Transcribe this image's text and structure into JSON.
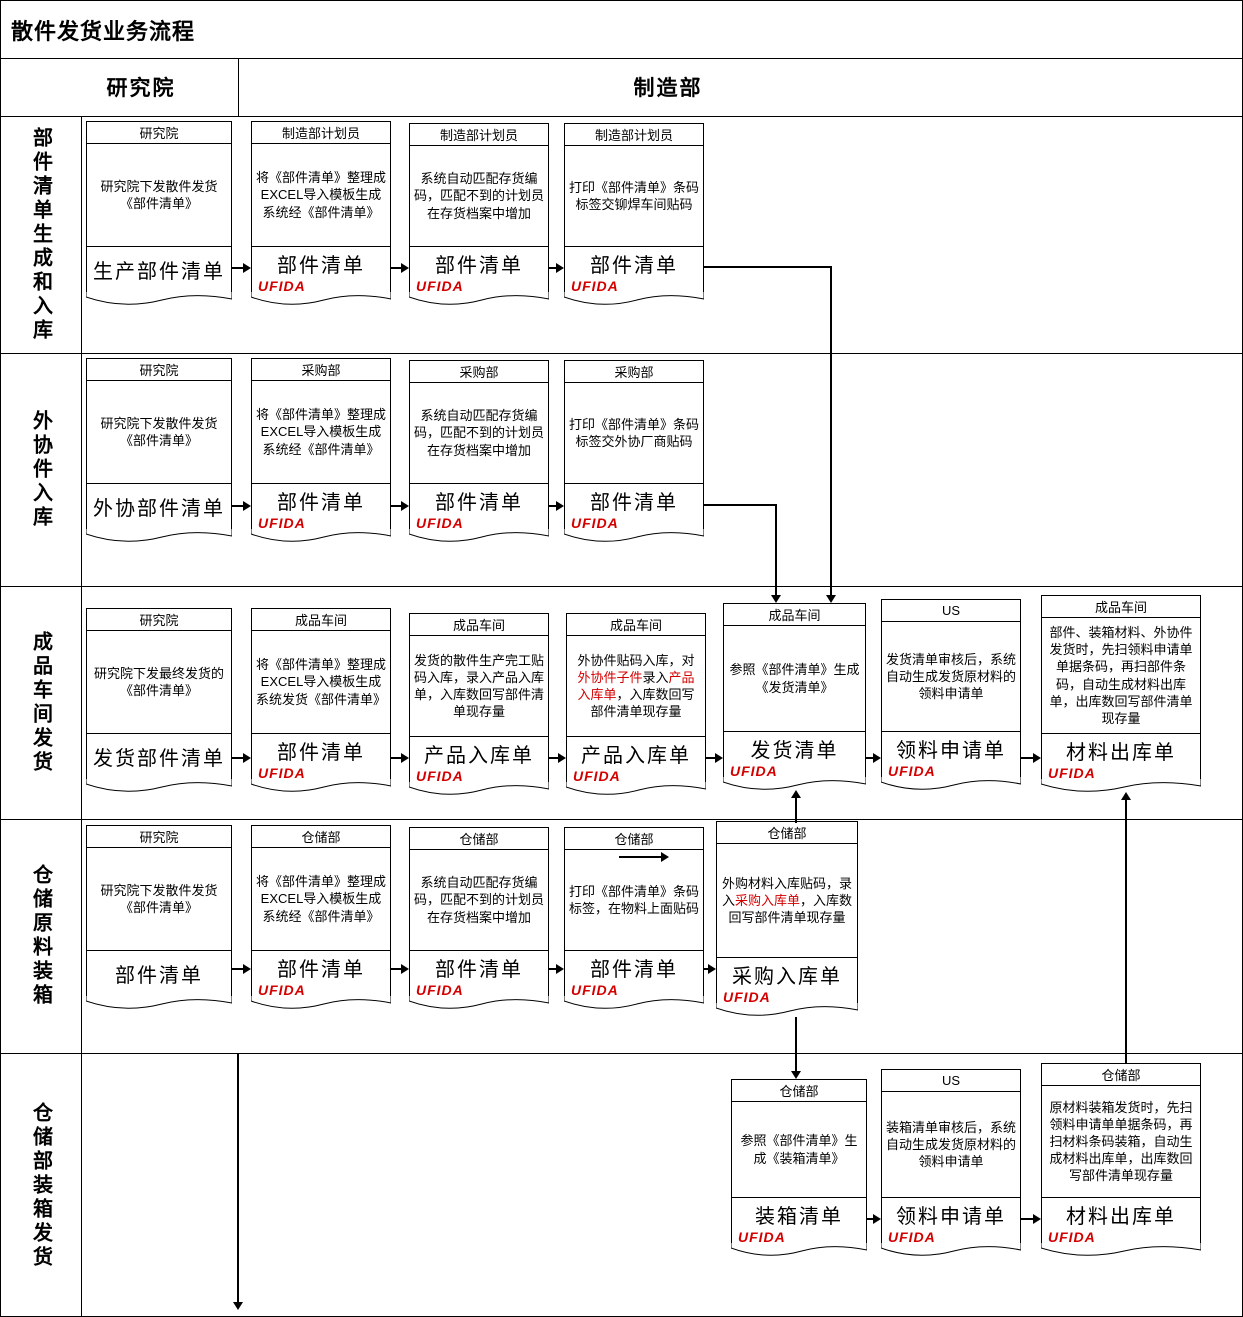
{
  "title": "散件发货业务流程",
  "columns": {
    "left": "研究院",
    "right": "制造部"
  },
  "brand": {
    "name": "UFIDA",
    "color": "#d40000"
  },
  "lanes": [
    "部件清单生成和入库",
    "外协件入库",
    "成品车间发货",
    "仓储原料装箱",
    "仓储部装箱发货"
  ],
  "rows": [
    {
      "cards": [
        {
          "header": "研究院",
          "body": "研究院下发散件发货《部件清单》",
          "doc": "生产部件清单",
          "ufida": false
        },
        {
          "header": "制造部计划员",
          "body": "将《部件清单》整理成EXCEL导入模板生成系统经《部件清单》",
          "doc": "部件清单",
          "ufida": true
        },
        {
          "header": "制造部计划员",
          "body": "系统自动匹配存货编码，匹配不到的计划员在存货档案中增加",
          "doc": "部件清单",
          "ufida": true
        },
        {
          "header": "制造部计划员",
          "body": "打印《部件清单》条码标签交铆焊车间贴码",
          "doc": "部件清单",
          "ufida": true
        }
      ]
    },
    {
      "cards": [
        {
          "header": "研究院",
          "body": "研究院下发散件发货《部件清单》",
          "doc": "外协部件清单",
          "ufida": false
        },
        {
          "header": "采购部",
          "body": "将《部件清单》整理成EXCEL导入模板生成系统经《部件清单》",
          "doc": "部件清单",
          "ufida": true
        },
        {
          "header": "采购部",
          "body": "系统自动匹配存货编码，匹配不到的计划员在存货档案中增加",
          "doc": "部件清单",
          "ufida": true
        },
        {
          "header": "采购部",
          "body": "打印《部件清单》条码标签交外协厂商贴码",
          "doc": "部件清单",
          "ufida": true
        }
      ]
    },
    {
      "cards": [
        {
          "header": "研究院",
          "body": "研究院下发最终发货的《部件清单》",
          "doc": "发货部件清单",
          "ufida": false
        },
        {
          "header": "成品车间",
          "body": "将《部件清单》整理成EXCEL导入模板生成系统发货《部件清单》",
          "doc": "部件清单",
          "ufida": true
        },
        {
          "header": "成品车间",
          "body": "发货的散件生产完工贴码入库，录入产品入库单，入库数回写部件清单现存量",
          "doc": "产品入库单",
          "ufida": true
        },
        {
          "header": "成品车间",
          "body": [
            {
              "t": "外协件贴码入库，对"
            },
            {
              "t": "外协件子件",
              "red": true
            },
            {
              "t": "录入"
            },
            {
              "t": "产品入库单",
              "red": true
            },
            {
              "t": "，入库数回写部件清单现存量"
            }
          ],
          "doc": "产品入库单",
          "ufida": true
        },
        {
          "header": "成品车间",
          "body": "参照《部件清单》生成《发货清单》",
          "doc": "发货清单",
          "ufida": true
        },
        {
          "header": "US",
          "body": "发货清单审核后，系统自动生成发货原材料的领料申请单",
          "doc": "领料申请单",
          "ufida": true
        },
        {
          "header": "成品车间",
          "body": "部件、装箱材料、外协件发货时，先扫领料申请单单据条码，再扫部件条码，自动生成材料出库单，出库数回写部件清单现存量",
          "doc": "材料出库单",
          "ufida": true
        }
      ]
    },
    {
      "cards": [
        {
          "header": "研究院",
          "body": "研究院下发散件发货《部件清单》",
          "doc": "部件清单",
          "ufida": false
        },
        {
          "header": "仓储部",
          "body": "将《部件清单》整理成EXCEL导入模板生成系统经《部件清单》",
          "doc": "部件清单",
          "ufida": true
        },
        {
          "header": "仓储部",
          "body": "系统自动匹配存货编码，匹配不到的计划员在存货档案中增加",
          "doc": "部件清单",
          "ufida": true
        },
        {
          "header": "仓储部",
          "body": "打印《部件清单》条码标签，在物料上面贴码",
          "doc": "部件清单",
          "ufida": true
        },
        {
          "header": "仓储部",
          "body": [
            {
              "t": "外购材料入库贴码，录入"
            },
            {
              "t": "采购入库单",
              "red": true
            },
            {
              "t": "，入库数回写部件清单现存量"
            }
          ],
          "doc": "采购入库单",
          "ufida": true
        }
      ]
    },
    {
      "cards": [
        {
          "header": "仓储部",
          "body": "参照《部件清单》生成《装箱清单》",
          "doc": "装箱清单",
          "ufida": true
        },
        {
          "header": "US",
          "body": "装箱清单审核后，系统自动生成发货原材料的领料申请单",
          "doc": "领料申请单",
          "ufida": true
        },
        {
          "header": "仓储部",
          "body": "原材料装箱发货时，先扫领料申请单单据条码，再扫材料条码装箱，自动生成材料出库单，出库数回写部件清单现存量",
          "doc": "材料出库单",
          "ufida": true
        }
      ]
    }
  ]
}
